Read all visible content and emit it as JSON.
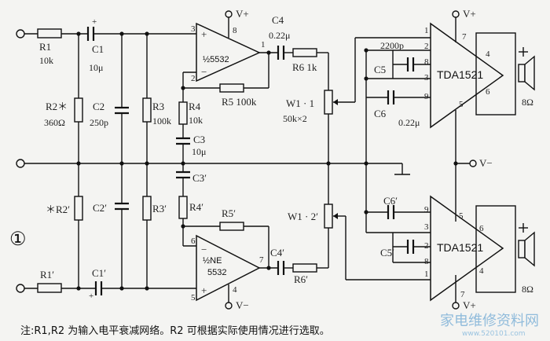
{
  "figure_number": "①",
  "power_labels": {
    "vplus": "V+",
    "vminus": "V−"
  },
  "pin_numbers": {
    "one": "1",
    "two": "2",
    "three": "3",
    "four": "4",
    "five": "5",
    "six": "6",
    "seven": "7",
    "eight": "8",
    "nine": "9"
  },
  "upper": {
    "R1": {
      "name": "R1",
      "value": "10k"
    },
    "C1": {
      "name": "C1",
      "value": "10μ"
    },
    "R2": {
      "name": "R2＊",
      "value": "360Ω"
    },
    "C2": {
      "name": "C2",
      "value": "250p"
    },
    "R3": {
      "name": "R3",
      "value": "100k"
    },
    "R4": {
      "name": "R4",
      "value": "10k"
    },
    "C3": {
      "name": "C3",
      "value": "10μ"
    },
    "opamp": {
      "line1": "½5532"
    },
    "R5": {
      "label": "R5 100k"
    },
    "C4": {
      "name": "C4",
      "value": "0.22μ"
    },
    "R6": {
      "label": "R6 1k"
    },
    "W1": {
      "label": "W1 · 1",
      "value": "50k×2"
    },
    "C5": {
      "name": "C5",
      "value": "2200p"
    },
    "C6": {
      "name": "C6",
      "value": "0.22μ"
    },
    "amp": {
      "label": "TDA1521"
    },
    "speaker": {
      "label": "8Ω"
    }
  },
  "lower": {
    "R1": {
      "name": "R1′"
    },
    "C1": {
      "name": "C1′"
    },
    "R2": {
      "name": "＊R2′"
    },
    "C2": {
      "name": "C2′"
    },
    "R3": {
      "name": "R3′"
    },
    "C3": {
      "name": "C3′"
    },
    "R4": {
      "name": "R4′"
    },
    "R5": {
      "name": "R5′"
    },
    "opamp": {
      "line1": "½NE",
      "line2": "5532"
    },
    "C4": {
      "name": "C4′"
    },
    "R6": {
      "name": "R6′"
    },
    "W1": {
      "label": "W1 · 2′"
    },
    "C5": {
      "name": "C5′"
    },
    "C6": {
      "name": "C6′"
    },
    "amp": {
      "label": "TDA1521"
    },
    "speaker": {
      "label": "8Ω"
    }
  },
  "note": "注:R1,R2 为输入电平衰减网络。R2 可根据实际使用情况进行选取。",
  "watermark": {
    "text": "家电维修资料网",
    "url": "www.520101.com"
  }
}
